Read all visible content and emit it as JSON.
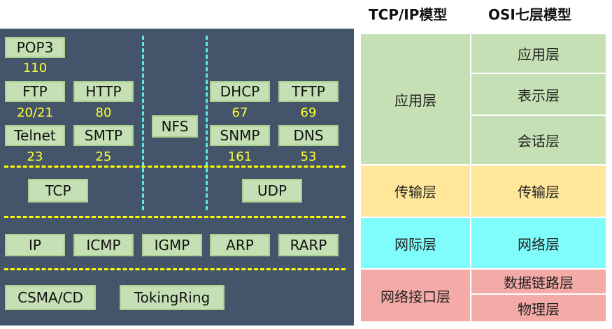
{
  "headers": {
    "tcpip": "TCP/IP模型",
    "osi": "OSI七层模型"
  },
  "protocols": {
    "pop3": "POP3",
    "ftp": "FTP",
    "http": "HTTP",
    "telnet": "Telnet",
    "smtp": "SMTP",
    "nfs": "NFS",
    "dhcp": "DHCP",
    "tftp": "TFTP",
    "snmp": "SNMP",
    "dns": "DNS",
    "tcp": "TCP",
    "udp": "UDP",
    "ip": "IP",
    "icmp": "ICMP",
    "igmp": "IGMP",
    "arp": "ARP",
    "rarp": "RARP",
    "csma_cd": "CSMA/CD",
    "token_ring": "TokingRing"
  },
  "ports": {
    "pop3": "110",
    "ftp": "20/21",
    "http": "80",
    "telnet": "23",
    "smtp": "25",
    "dhcp": "67",
    "tftp": "69",
    "snmp": "161",
    "dns": "53"
  },
  "tcpip_layers": {
    "application": "应用层",
    "transport": "传输层",
    "internet": "网际层",
    "network_interface": "网络接口层"
  },
  "osi_layers": {
    "application": "应用层",
    "presentation": "表示层",
    "session": "会话层",
    "transport": "传输层",
    "network": "网络层",
    "data_link": "数据链路层",
    "physical": "物理层"
  },
  "colors": {
    "panel_bg": "#44546a",
    "protocol_box": "#c5e0b4",
    "port_text": "#ffff33",
    "divider_yellow": "#ffff00",
    "divider_cyan": "#5fe8e8",
    "application_layer": "#c5e0b4",
    "transport_layer": "#ffe699",
    "internet_layer": "#7ffcfc",
    "link_layer": "#f4aaa6"
  }
}
